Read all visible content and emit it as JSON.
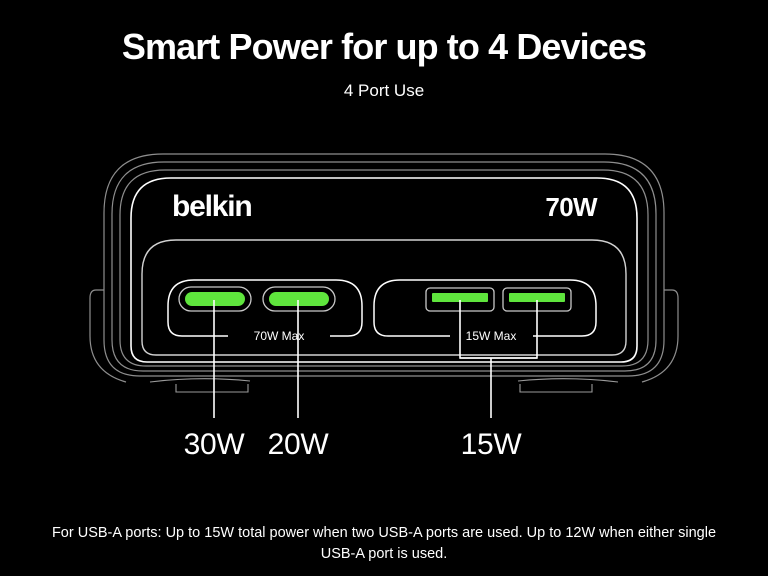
{
  "header": {
    "title": "Smart Power for up to 4 Devices",
    "subtitle": "4 Port Use"
  },
  "device": {
    "brand": "belkin",
    "total_power_badge": "70W",
    "usb_c_group_label": "70W Max",
    "usb_a_group_label": "15W Max"
  },
  "callouts": [
    {
      "id": "usb-c-1",
      "label": "30W"
    },
    {
      "id": "usb-c-2",
      "label": "20W"
    },
    {
      "id": "usb-a-pair",
      "label": "15W"
    }
  ],
  "footnote": "For USB-A ports: Up to 15W total power when two USB-A ports are used. Up to 12W when either single USB-A port is used.",
  "colors": {
    "background": "#000000",
    "text": "#ffffff",
    "port_green": "#5fe53d",
    "outline_bright": "#ffffff",
    "outline_dim": "#9a9a9a",
    "outline_faint": "#6e6e6e"
  },
  "chart_data": {
    "type": "diagram",
    "title": "Smart Power for up to 4 Devices",
    "subtitle": "4 Port Use",
    "total_output_watts": 70,
    "ports": [
      {
        "name": "USB-C 1",
        "type": "USB-C",
        "watts": 30,
        "shape": "pill",
        "color": "#5fe53d",
        "group": "usb-c",
        "group_max": "70W Max"
      },
      {
        "name": "USB-C 2",
        "type": "USB-C",
        "watts": 20,
        "shape": "pill",
        "color": "#5fe53d",
        "group": "usb-c",
        "group_max": "70W Max"
      },
      {
        "name": "USB-A 1",
        "type": "USB-A",
        "watts": 15,
        "shape": "rect",
        "color": "#5fe53d",
        "group": "usb-a",
        "group_max": "15W Max"
      },
      {
        "name": "USB-A 2",
        "type": "USB-A",
        "watts": 15,
        "shape": "rect",
        "color": "#5fe53d",
        "group": "usb-a",
        "group_max": "15W Max"
      }
    ],
    "group_labels": [
      "70W Max",
      "15W Max"
    ],
    "callout_labels": [
      "30W",
      "20W",
      "15W"
    ],
    "note": "For USB-A ports: Up to 15W total power when two USB-A ports are used. Up to 12W when either single USB-A port is used."
  }
}
